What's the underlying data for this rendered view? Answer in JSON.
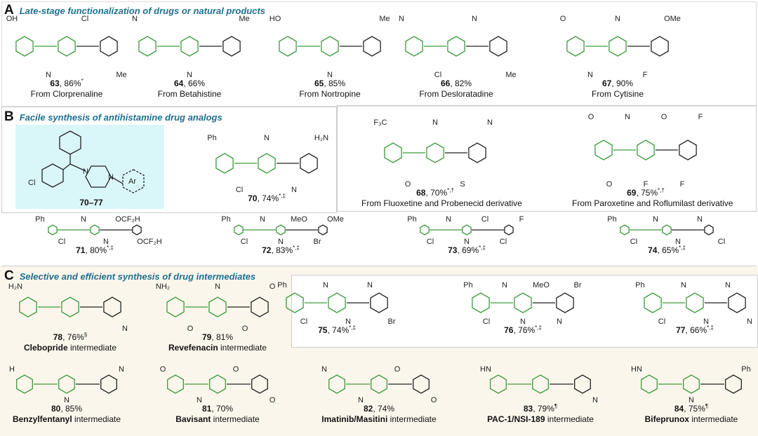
{
  "panels": {
    "A": {
      "letter": "A",
      "title": "Late-stage functionalization of drugs or natural products"
    },
    "B": {
      "letter": "B",
      "title": "Facile synthesis of antihistamine drug analogs",
      "general_label": "70–77",
      "general_atoms": [
        "Cl",
        "N",
        "N",
        "Ar"
      ]
    },
    "C": {
      "letter": "C",
      "title": "Selective and efficient synthesis of drug intermediates"
    }
  },
  "compounds": [
    {
      "id": "63",
      "yield": ", 86%",
      "sup": "*",
      "bold": "",
      "text": "From Clorprenaline",
      "atoms": [
        "OH",
        "N",
        "Cl",
        "Me"
      ]
    },
    {
      "id": "64",
      "yield": ", 66%",
      "sup": "",
      "bold": "",
      "text": "From Betahistine",
      "atoms": [
        "N",
        "N",
        "Me"
      ]
    },
    {
      "id": "65",
      "yield": ", 85%",
      "sup": "",
      "bold": "",
      "text": "From Nortropine",
      "atoms": [
        "HO",
        "N",
        "Me"
      ]
    },
    {
      "id": "66",
      "yield": ", 82%",
      "sup": "",
      "bold": "",
      "text": "From Desloratadine",
      "atoms": [
        "N",
        "Cl",
        "N",
        "Me"
      ]
    },
    {
      "id": "67",
      "yield": ", 90%",
      "sup": "",
      "bold": "",
      "text": "From Cytisine",
      "atoms": [
        "O",
        "N",
        "N",
        "F",
        "OMe"
      ]
    },
    {
      "id": "68",
      "yield": ", 70%",
      "sup": "*,†",
      "bold": "",
      "text": "From Fluoxetine and Probenecid derivative",
      "atoms": [
        "F₃C",
        "O",
        "N",
        "S",
        "N"
      ]
    },
    {
      "id": "69",
      "yield": ", 75%",
      "sup": "*,†",
      "bold": "",
      "text": "From Paroxetine and Roflumilast derivative",
      "atoms": [
        "O",
        "O",
        "N",
        "F",
        "O",
        "F",
        "F"
      ]
    },
    {
      "id": "70",
      "yield": ", 74%",
      "sup": "*,‡",
      "bold": "",
      "text": "",
      "atoms": [
        "Ph",
        "Cl",
        "N",
        "N",
        "H₂N"
      ]
    },
    {
      "id": "71",
      "yield": ", 80%",
      "sup": "*,‡",
      "bold": "",
      "text": "",
      "atoms": [
        "Ph",
        "Cl",
        "N",
        "N",
        "OCF₂H",
        "OCF₂H"
      ]
    },
    {
      "id": "72",
      "yield": ", 83%",
      "sup": "*,‡",
      "bold": "",
      "text": "",
      "atoms": [
        "Ph",
        "Cl",
        "N",
        "N",
        "MeO",
        "Br",
        "OMe"
      ]
    },
    {
      "id": "73",
      "yield": ", 69%",
      "sup": "*,‡",
      "bold": "",
      "text": "",
      "atoms": [
        "Ph",
        "Cl",
        "N",
        "N",
        "Cl",
        "Cl",
        "F"
      ]
    },
    {
      "id": "74",
      "yield": ", 65%",
      "sup": "*,‡",
      "bold": "",
      "text": "",
      "atoms": [
        "Ph",
        "Cl",
        "N",
        "N",
        "N",
        "Cl"
      ]
    },
    {
      "id": "75",
      "yield": ", 74%",
      "sup": "*,‡",
      "bold": "",
      "text": "",
      "atoms": [
        "Ph",
        "Cl",
        "N",
        "N",
        "N",
        "Br"
      ]
    },
    {
      "id": "76",
      "yield": ", 76%",
      "sup": "*,‡",
      "bold": "",
      "text": "",
      "atoms": [
        "Ph",
        "Cl",
        "N",
        "N",
        "MeO",
        "N",
        "Br"
      ]
    },
    {
      "id": "77",
      "yield": ", 66%",
      "sup": "*,‡",
      "bold": "",
      "text": "",
      "atoms": [
        "Ph",
        "Cl",
        "N",
        "N",
        "N",
        "N"
      ]
    },
    {
      "id": "78",
      "yield": ", 76%",
      "sup": "§",
      "bold": "Clebopride",
      "text": " intermediate",
      "atoms": [
        "H₂N",
        "N"
      ]
    },
    {
      "id": "79",
      "yield": ", 81%",
      "sup": "",
      "bold": "Revefenacin",
      "text": " intermediate",
      "atoms": [
        "NH₂",
        "O",
        "N",
        "O",
        "O"
      ]
    },
    {
      "id": "80",
      "yield": ", 85%",
      "sup": "",
      "bold": "Benzylfentanyl",
      "text": " intermediate",
      "atoms": [
        "H",
        "N",
        "N"
      ]
    },
    {
      "id": "81",
      "yield": ", 70%",
      "sup": "",
      "bold": "Bavisant",
      "text": " intermediate",
      "atoms": [
        "O",
        "N",
        "O",
        "O"
      ]
    },
    {
      "id": "82",
      "yield": ", 74%",
      "sup": "",
      "bold": "Imatinib/Masitini",
      "text": " intermediate",
      "atoms": [
        "N",
        "N",
        "O",
        "O"
      ]
    },
    {
      "id": "83",
      "yield": ", 79%",
      "sup": "¶",
      "bold": "PAC-1/NSI-189",
      "text": " intermediate",
      "atoms": [
        "HN",
        "N"
      ]
    },
    {
      "id": "84",
      "yield": ", 75%",
      "sup": "¶",
      "bold": "Bifeprunox",
      "text": " intermediate",
      "atoms": [
        "HN",
        "N",
        "Ph"
      ]
    }
  ],
  "colors": {
    "green": "#3a9a3a",
    "title": "#1f6f8f",
    "highlight": "#f3c98f",
    "panelC_bg": "#fbf6ec",
    "general_bg": "#d9f6f8"
  }
}
